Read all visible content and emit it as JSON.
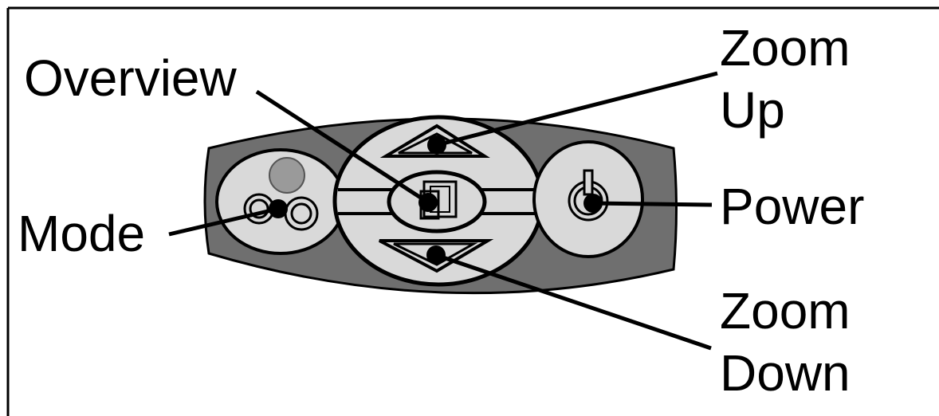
{
  "labels": {
    "overview": "Overview",
    "zoom_up_line1": "Zoom",
    "zoom_up_line2": "Up",
    "power": "Power",
    "mode": "Mode",
    "zoom_down_line1": "Zoom",
    "zoom_down_line2": "Down"
  },
  "colors": {
    "body_dark": "#6f6f6f",
    "button_face": "#d9d9d9",
    "mode_dot": "#9a9a9a",
    "ink": "#000000",
    "background": "#ffffff"
  },
  "icons": {
    "mode_button": "mode-circles-icon",
    "zoom_up_button": "up-triangle-icon",
    "overview_button": "overview-window-icon",
    "zoom_down_button": "down-triangle-icon",
    "power_button": "power-icon"
  }
}
